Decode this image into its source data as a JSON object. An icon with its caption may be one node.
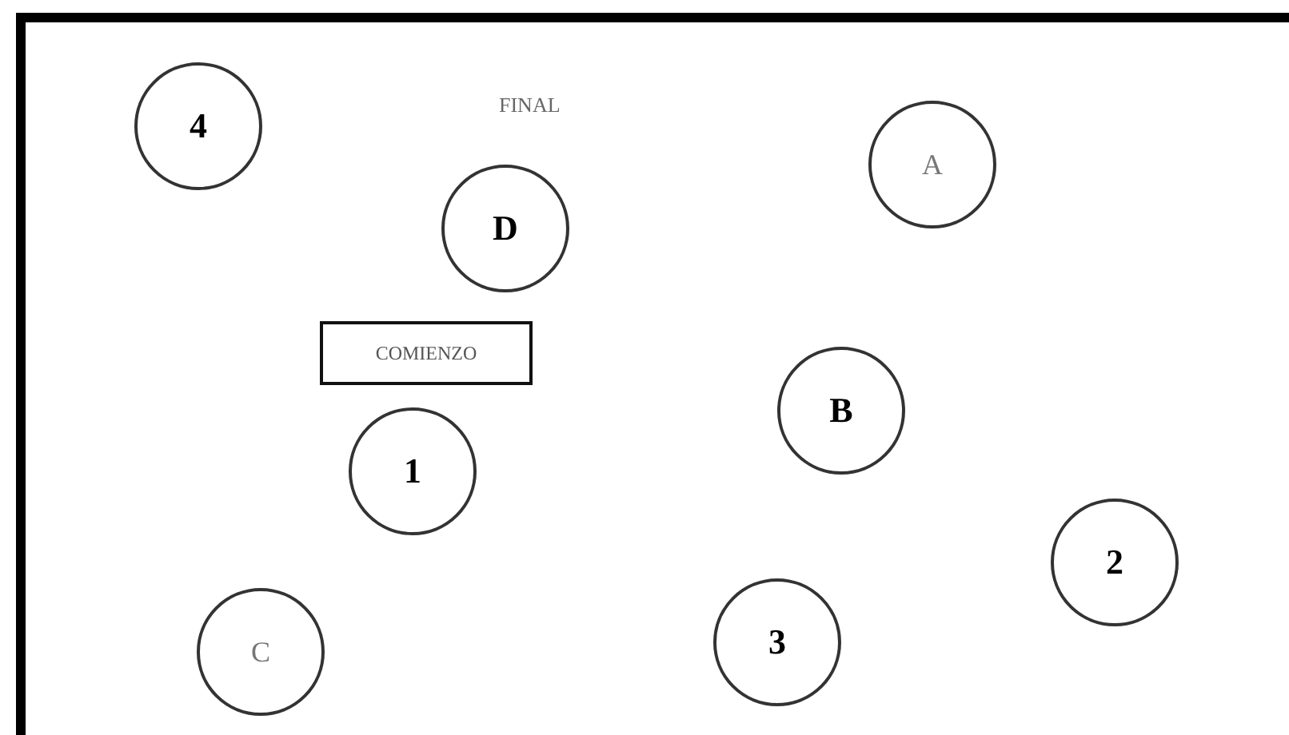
{
  "diagram": {
    "nodes": [
      {
        "text": [
          "4"
        ]
      },
      {
        "text": [
          "A"
        ]
      },
      {
        "text": [
          "D"
        ]
      },
      {
        "text": [
          "COMIENZO"
        ]
      },
      {
        "text": [
          "B"
        ]
      },
      {
        "text": [
          "1"
        ]
      },
      {
        "text": [
          "2"
        ]
      },
      {
        "text": [
          "3"
        ]
      },
      {
        "text": [
          "C"
        ]
      }
    ],
    "labels": [
      "FINAL"
    ]
  }
}
